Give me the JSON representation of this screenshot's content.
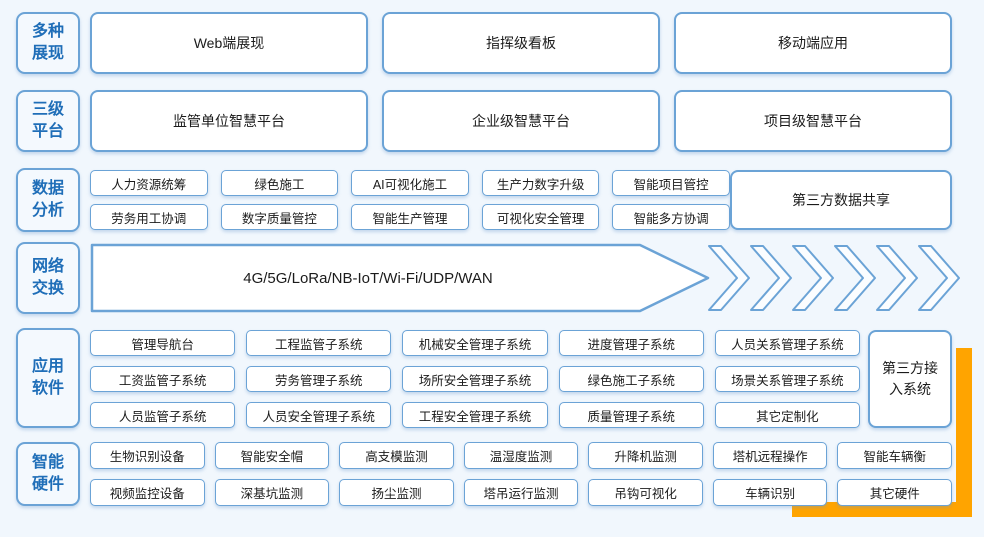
{
  "palette": {
    "background": "#f1f7fd",
    "box_border": "#6ba3d6",
    "label_text": "#1f6eb8",
    "box_text": "#1b1b1b",
    "highlight": "#ffa400"
  },
  "row_display": {
    "label": "多种\n展现",
    "items": [
      "Web端展现",
      "指挥级看板",
      "移动端应用"
    ]
  },
  "row_platform": {
    "label": "三级\n平台",
    "items": [
      "监管单位智慧平台",
      "企业级智慧平台",
      "项目级智慧平台"
    ]
  },
  "row_data": {
    "label": "数据\n分析",
    "line1": [
      "人力资源统筹",
      "绿色施工",
      "AI可视化施工",
      "生产力数字升级",
      "智能项目管控"
    ],
    "line2": [
      "劳务用工协调",
      "数字质量管控",
      "智能生产管理",
      "可视化安全管理",
      "智能多方协调"
    ],
    "side_box": "第三方数据共享"
  },
  "row_network": {
    "label": "网络\n交换",
    "arrow_text": "4G/5G/LoRa/NB-IoT/Wi-Fi/UDP/WAN"
  },
  "row_apps": {
    "label": "应用\n软件",
    "line1": [
      "管理导航台",
      "工程监管子系统",
      "机械安全管理子系统",
      "进度管理子系统",
      "人员关系管理子系统"
    ],
    "line2": [
      "工资监管子系统",
      "劳务管理子系统",
      "场所安全管理子系统",
      "绿色施工子系统",
      "场景关系管理子系统"
    ],
    "line3": [
      "人员监管子系统",
      "人员安全管理子系统",
      "工程安全管理子系统",
      "质量管理子系统",
      "其它定制化"
    ],
    "side_box": "第三方接入系统"
  },
  "row_hardware": {
    "label": "智能\n硬件",
    "line1": [
      "生物识别设备",
      "智能安全帽",
      "高支模监测",
      "温湿度监测",
      "升降机监测",
      "塔机远程操作",
      "智能车辆衡"
    ],
    "line2": [
      "视频监控设备",
      "深基坑监测",
      "扬尘监测",
      "塔吊运行监测",
      "吊钩可视化",
      "车辆识别",
      "其它硬件"
    ]
  }
}
